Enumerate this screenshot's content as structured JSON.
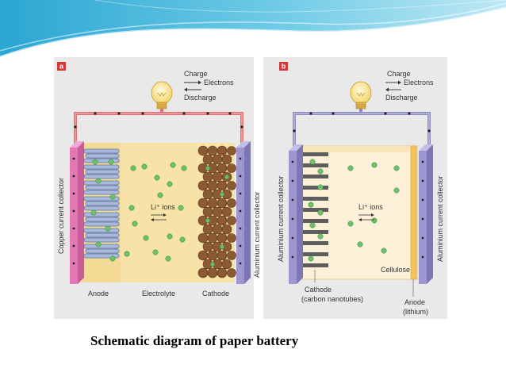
{
  "colors": {
    "banner": "#3fb3d6",
    "panel_bg": "#e9e9e9",
    "panel_a_tag": "#d23a3a",
    "panel_b_tag": "#d23a3a",
    "wire_a": "#e07070",
    "wire_b": "#8c8cc0",
    "copper": "#e377b4",
    "aluminium": "#9d96d0",
    "electrolyte": "#f7e3a8",
    "cathode": "#8b5a32",
    "cellulose": "#f2c45e",
    "ion": "#6fbe6c",
    "nanotube": "#5d5d5d"
  },
  "panel_a": {
    "tag": "a",
    "charge": "Charge",
    "electrons": "Electrons",
    "discharge": "Discharge",
    "left_collector": "Copper current collector",
    "right_collector": "Aluminium current collector",
    "ions": "Li⁺ ions",
    "anode": "Anode",
    "electrolyte": "Electrolyte",
    "cathode": "Cathode"
  },
  "panel_b": {
    "tag": "b",
    "charge": "Charge",
    "electrons": "Electrons",
    "discharge": "Discharge",
    "left_collector": "Aluminium current collector",
    "right_collector": "Aluminium current collector",
    "ions": "Li⁺ ions",
    "cellulose": "Cellulose",
    "cathode_line1": "Cathode",
    "cathode_line2": "(carbon nanotubes)",
    "anode_line1": "Anode",
    "anode_line2": "(lithium)"
  },
  "caption": "Schematic diagram of paper battery"
}
